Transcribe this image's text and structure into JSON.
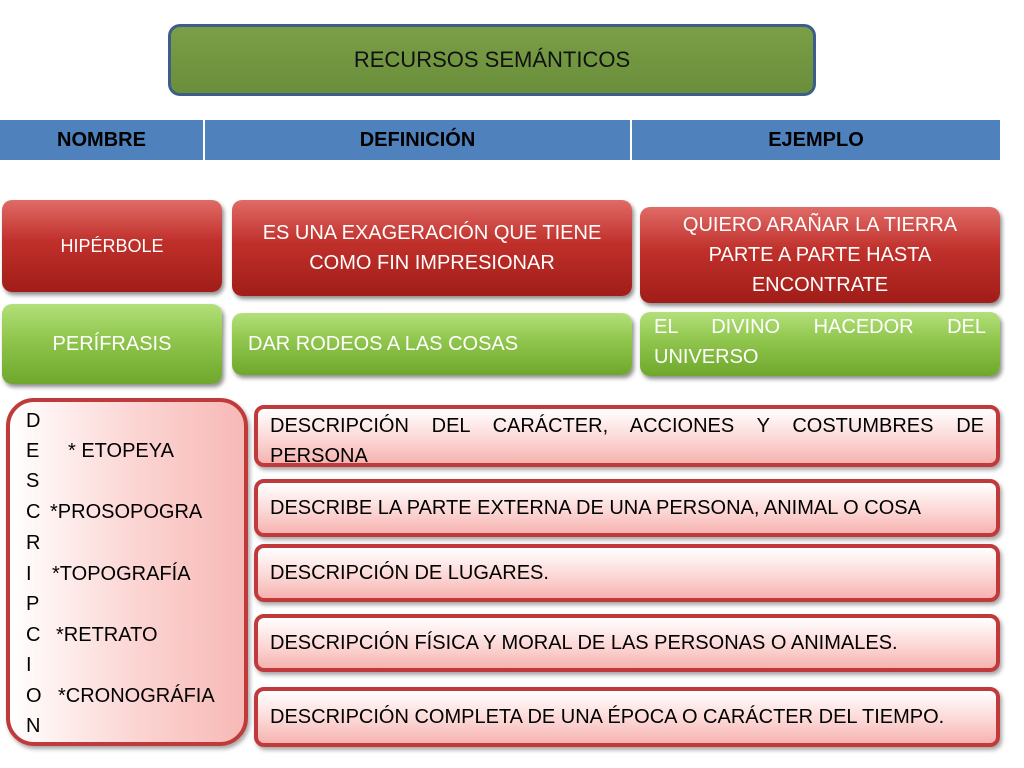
{
  "title": "RECURSOS SEMÁNTICOS",
  "headers": [
    "NOMBRE",
    "DEFINICIÓN",
    "EJEMPLO"
  ],
  "rows": [
    {
      "name": "HIPÉRBOLE",
      "definition": "ES UNA EXAGERACIÓN QUE TIENE COMO FIN  IMPRESIONAR",
      "example": "QUIERO ARAÑAR LA TIERRA PARTE A PARTE HASTA ENCONTRATE"
    },
    {
      "name": "PERÍFRASIS",
      "definition": "DAR RODEOS A LAS COSAS",
      "example": "EL DIVINO HACEDOR DEL UNIVERSO"
    }
  ],
  "descripcion": {
    "letters": [
      "D",
      "E",
      "S",
      "C",
      "R",
      "I",
      "P",
      "C",
      "I",
      "O",
      "N"
    ],
    "items": [
      "* ETOPEYA",
      "*PROSOPOGRA",
      "*TOPOGRAFÍA",
      "*RETRATO",
      "*CRONOGRÁFIA"
    ]
  },
  "descriptions": [
    "DESCRIPCIÓN DEL CARÁCTER, ACCIONES Y COSTUMBRES  DE PERSONA",
    "DESCRIBE LA PARTE EXTERNA DE UNA PERSONA, ANIMAL O COSA",
    "DESCRIPCIÓN DE LUGARES.",
    "DESCRIPCIÓN FÍSICA Y MORAL DE LAS PERSONAS O ANIMALES.",
    "DESCRIPCIÓN COMPLETA DE UNA ÉPOCA O CARÁCTER DEL TIEMPO."
  ],
  "colors": {
    "title_bg": "#76923c",
    "header_bg": "#4f81bd",
    "red": "#c0302b",
    "green": "#8fc54c",
    "pink_border": "#c0393b"
  }
}
